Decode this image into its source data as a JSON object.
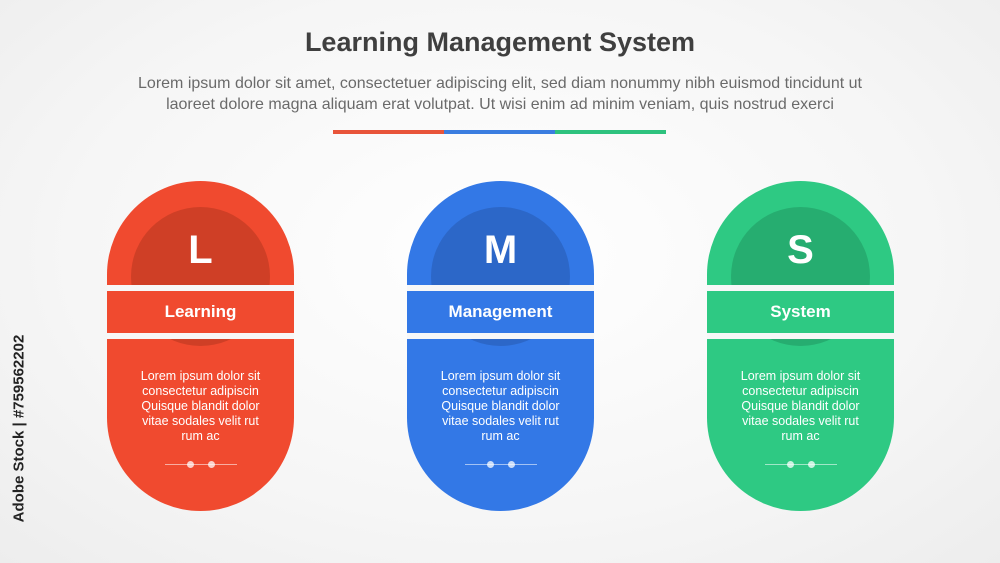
{
  "header": {
    "title": "Learning Management System",
    "subtitle_line1": "Lorem ipsum dolor sit amet, consectetuer adipiscing elit, sed diam nonummy nibh euismod tincidunt ut",
    "subtitle_line2": "laoreet dolore magna aliquam erat volutpat. Ut wisi enim ad minim veniam, quis nostrud exerci"
  },
  "divider_colors": [
    "#e8543a",
    "#3b7de0",
    "#2ec27e"
  ],
  "cards": [
    {
      "letter": "L",
      "label": "Learning",
      "text": [
        "Lorem ipsum dolor sit",
        "consectetur adipiscin",
        "Quisque blandit dolor",
        "vitae sodales velit rut",
        "rum ac"
      ],
      "color": "#f04a2f",
      "cap_color": "#cf3f26"
    },
    {
      "letter": "M",
      "label": "Management",
      "text": [
        "Lorem ipsum dolor sit",
        "consectetur adipiscin",
        "Quisque blandit dolor",
        "vitae sodales velit rut",
        "rum ac"
      ],
      "color": "#3378e6",
      "cap_color": "#2c67c8"
    },
    {
      "letter": "S",
      "label": "System",
      "text": [
        "Lorem ipsum dolor sit",
        "consectetur adipiscin",
        "Quisque blandit dolor",
        "vitae sodales velit rut",
        "rum ac"
      ],
      "color": "#2ec983",
      "cap_color": "#26ad70"
    }
  ],
  "watermark": "Adobe Stock | #759562202"
}
